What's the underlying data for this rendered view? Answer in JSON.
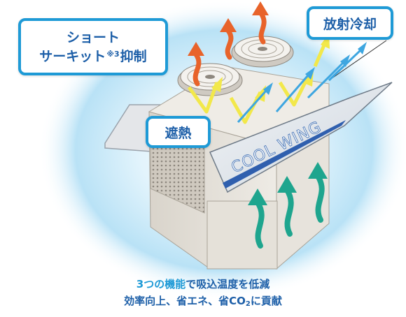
{
  "callouts": {
    "short_circuit": {
      "line1": "ショート",
      "line2_pre": "サーキット",
      "note": "※3",
      "line2_post": "抑制"
    },
    "radiation": "放射冷却",
    "shade": "遮熱"
  },
  "panel_brand": "COOL WING",
  "caption": {
    "line1_count": "3",
    "line1_highlight": "つの機能",
    "line1_rest": "で吸込温度を低減",
    "line2_pre": "効率向上、省エネ、省CO",
    "line2_sub": "2",
    "line2_post": "に貢献"
  },
  "colors": {
    "accent_blue": "#1e9ad6",
    "text_navy": "#1d5fa8",
    "exhaust_orange": "#e8632a",
    "intake_teal": "#1ea58e",
    "sun_yellow": "#f2e84a",
    "radiation_blue": "#3ea6e0"
  }
}
